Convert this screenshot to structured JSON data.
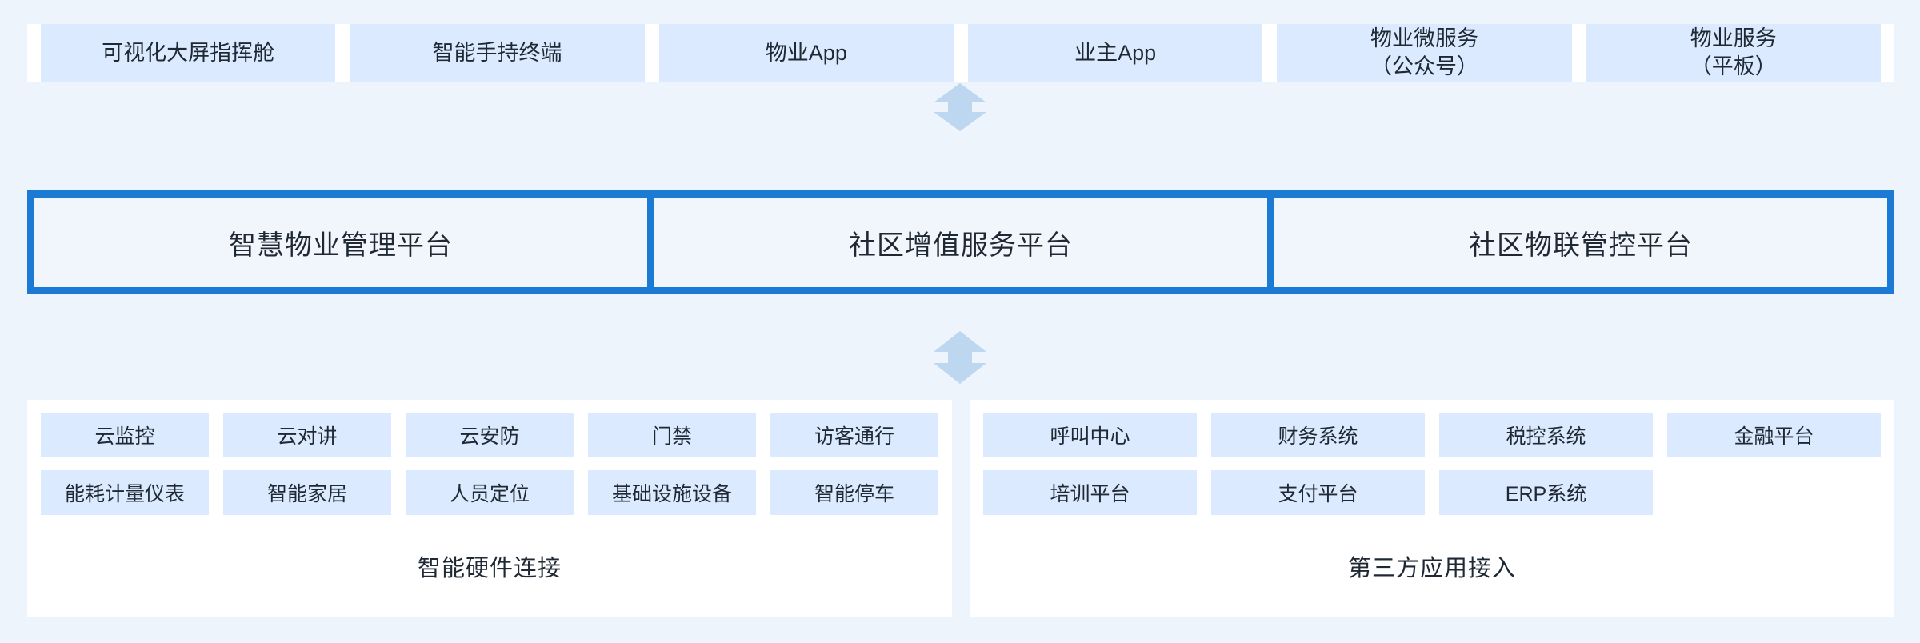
{
  "colors": {
    "background": "#eef4fb",
    "panel": "#ffffff",
    "card": "#dbeafe",
    "platform_border": "#1a7ad4",
    "platform_card": "#f1f6fc",
    "arrow": "#bdd7f0",
    "text": "#1f2833"
  },
  "terminals": {
    "items": [
      {
        "line1": "可视化大屏指挥舱",
        "line2": ""
      },
      {
        "line1": "智能手持终端",
        "line2": ""
      },
      {
        "line1": "物业App",
        "line2": ""
      },
      {
        "line1": "业主App",
        "line2": ""
      },
      {
        "line1": "物业微服务",
        "line2": "（公众号）"
      },
      {
        "line1": "物业服务",
        "line2": "（平板）"
      }
    ]
  },
  "arrows": {
    "top": "double-headed-vertical-arrow",
    "bottom": "double-headed-vertical-arrow"
  },
  "platforms": {
    "items": [
      {
        "label": "智慧物业管理平台"
      },
      {
        "label": "社区增值服务平台"
      },
      {
        "label": "社区物联管控平台"
      }
    ]
  },
  "hardware": {
    "caption": "智能硬件连接",
    "items": [
      "云监控",
      "云对讲",
      "云安防",
      "门禁",
      "访客通行",
      "能耗计量仪表",
      "智能家居",
      "人员定位",
      "基础设施设备",
      "智能停车"
    ]
  },
  "thirdparty": {
    "caption": "第三方应用接入",
    "items": [
      "呼叫中心",
      "财务系统",
      "税控系统",
      "金融平台",
      "培训平台",
      "支付平台",
      "ERP系统",
      ""
    ]
  }
}
